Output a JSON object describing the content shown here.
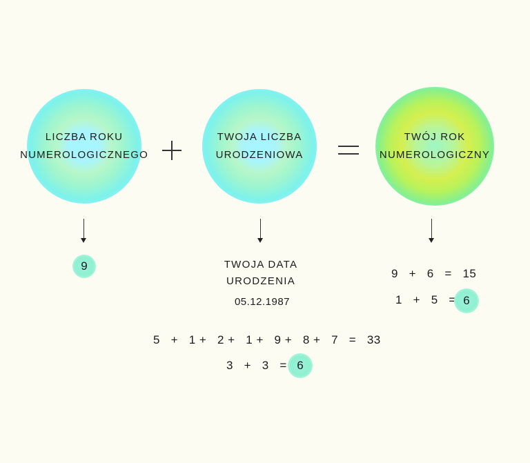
{
  "circles": {
    "year_number": "LICZBA ROKU\nNUMEROLOGICZNEGO",
    "birth_number": "TWOJA LICZBA\nURODZENIOWA",
    "personal_year": "TWÓJ ROK\nNUMEROLOGICZNY"
  },
  "operators": {
    "plus": "+",
    "equals": "="
  },
  "year_value": "9",
  "birth": {
    "label": "TWOJA DATA\nURODZENIA",
    "date": "05.12.1987",
    "sum_line": "5   +   1 +   2 +   1 +   9 +   8 +   7   =   33",
    "reduce_line": "3   +   3   =",
    "result": "6"
  },
  "personal": {
    "line1": "9   +   6   =   15",
    "line2": "1   +   5   =",
    "result": "6"
  },
  "colors": {
    "background": "#fcfcf3",
    "circle_cyan": "#8ff0ff",
    "circle_green": "#9df5cf",
    "circle_lime": "#d5ef4f",
    "badge": "#8ff0ce"
  }
}
